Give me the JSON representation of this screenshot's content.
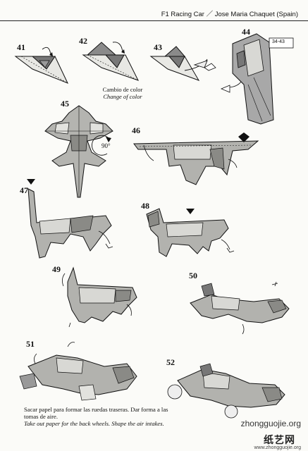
{
  "header": {
    "title": "F1 Racing Car ／ Jose Maria Chaquet (Spain)"
  },
  "steps": [
    {
      "num": "41"
    },
    {
      "num": "42"
    },
    {
      "num": "43"
    },
    {
      "num": "44"
    },
    {
      "num": "45"
    },
    {
      "num": "46"
    },
    {
      "num": "47"
    },
    {
      "num": "48"
    },
    {
      "num": "49"
    },
    {
      "num": "50"
    },
    {
      "num": "51"
    },
    {
      "num": "52"
    }
  ],
  "notes": {
    "color_change_es": "Cambio de color",
    "color_change_en": "Change of color",
    "ref_steps": "34-43",
    "rotate": "90°"
  },
  "caption": {
    "es": "Sacar papel para formar las ruedas traseras. Dar forma a las tomas de aire.",
    "en": "Take out paper for the back wheels. Shape the air intakes."
  },
  "watermark": {
    "top": "zhongguojie.org",
    "brand": "纸艺网",
    "url": "www.zhongguojie.org"
  }
}
